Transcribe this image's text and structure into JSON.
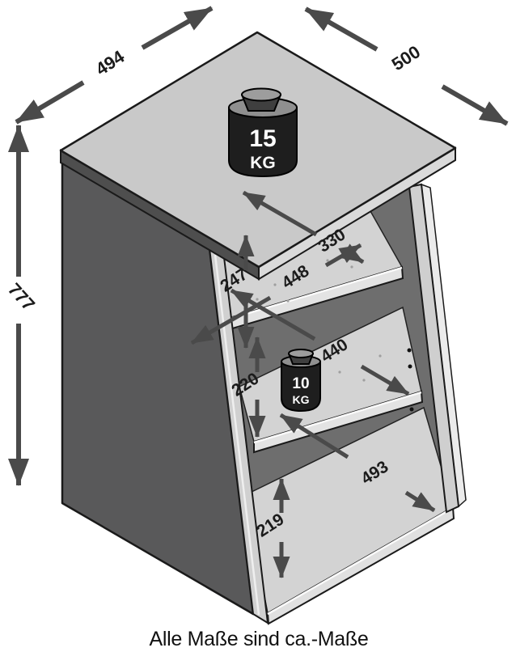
{
  "diagram": {
    "caption": "Alle Maße sind ca.-Maße",
    "dims": {
      "top_width": "494",
      "top_depth": "500",
      "height": "777",
      "upper_shelf_depth": "330",
      "upper_inner_width": "448",
      "upper_opening_height": "247",
      "middle_inner_width": "440",
      "middle_opening_height": "220",
      "bottom_inner_width": "493",
      "bottom_opening_height": "219"
    },
    "weights": {
      "top_load": {
        "value": "15",
        "unit": "KG"
      },
      "shelf_load": {
        "value": "10",
        "unit": "KG"
      }
    },
    "colors": {
      "arrow": "#4a4a4a",
      "outline": "#1a1a1a",
      "panel_dark": "#59595a",
      "surface_light": "#c9c9c9",
      "shelf_light": "#d3d3d3",
      "interior_shadow": "#6e6e6e",
      "weight_body": "#1e1e1e"
    }
  }
}
